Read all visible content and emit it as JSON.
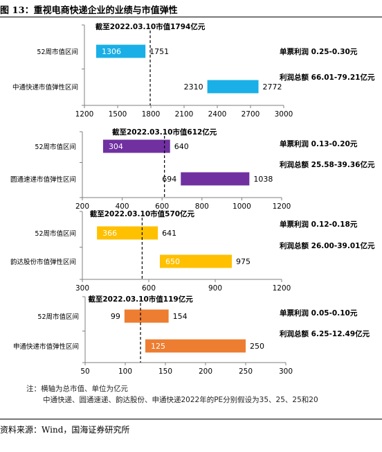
{
  "page": {
    "title": "图 13：重视电商快递企业的业绩与市值弹性",
    "notes": [
      "注：横轴为总市值、单位为亿元",
      "中通快递、圆通速递、韵达股份、申通快递2022年的PE分别假设为35、25、25和20"
    ],
    "source": "资料来源：Wind，国海证券研究所"
  },
  "chart_data": [
    {
      "type": "bar",
      "orientation": "horizontal-range",
      "color": "#1aafe6",
      "label_color": "#ffffff",
      "categories": [
        "52周市值区间",
        "中通快递市值弹性区间"
      ],
      "ranges": [
        [
          1306,
          1751
        ],
        [
          2310,
          2772
        ]
      ],
      "xlim": [
        1200,
        3000
      ],
      "xticks": [
        1200,
        1500,
        1800,
        2100,
        2400,
        2700,
        3000
      ],
      "marker_value": 1794,
      "marker_label": "截至2022.03.10市值1794亿元",
      "side_texts": [
        "单票利润 0.25-0.30元",
        "利润总额 66.01-79.21亿元"
      ]
    },
    {
      "type": "bar",
      "orientation": "horizontal-range",
      "color": "#7030a0",
      "label_color": "#ffffff",
      "categories": [
        "52周市值区间",
        "圆通速递市值弹性区间"
      ],
      "ranges": [
        [
          304,
          640
        ],
        [
          694,
          1038
        ]
      ],
      "xlim": [
        200,
        1200
      ],
      "xticks": [
        200,
        400,
        600,
        800,
        1000,
        1200
      ],
      "marker_value": 612,
      "marker_label": "截至2022.03.10市值612亿元",
      "side_texts": [
        "单票利润 0.13-0.20元",
        "利润总额 25.58-39.36亿元"
      ]
    },
    {
      "type": "bar",
      "orientation": "horizontal-range",
      "color": "#ffc000",
      "label_color": "#ffffff",
      "categories": [
        "52周市值区间",
        "韵达股份市值弹性区间"
      ],
      "ranges": [
        [
          366,
          641
        ],
        [
          650,
          975
        ]
      ],
      "xlim": [
        300,
        1200
      ],
      "xticks": [
        300,
        600,
        900,
        1200
      ],
      "marker_value": 570,
      "marker_label": "截至2022.03.10市值570亿元",
      "side_texts": [
        "单票利润 0.12-0.18元",
        "利润总额 26.00-39.01亿元"
      ]
    },
    {
      "type": "bar",
      "orientation": "horizontal-range",
      "color": "#ed7d31",
      "label_color": "#ffffff",
      "categories": [
        "52周市值区间",
        "申通快递市值弹性区间"
      ],
      "ranges": [
        [
          99,
          154
        ],
        [
          125,
          250
        ]
      ],
      "xlim": [
        50,
        300
      ],
      "xticks": [
        50,
        100,
        150,
        200,
        250,
        300
      ],
      "marker_value": 119,
      "marker_label": "截至2022.03.10市值119亿元",
      "side_texts": [
        "单票利润 0.05-0.10元",
        "利润总额 6.25-12.49亿元"
      ]
    }
  ]
}
